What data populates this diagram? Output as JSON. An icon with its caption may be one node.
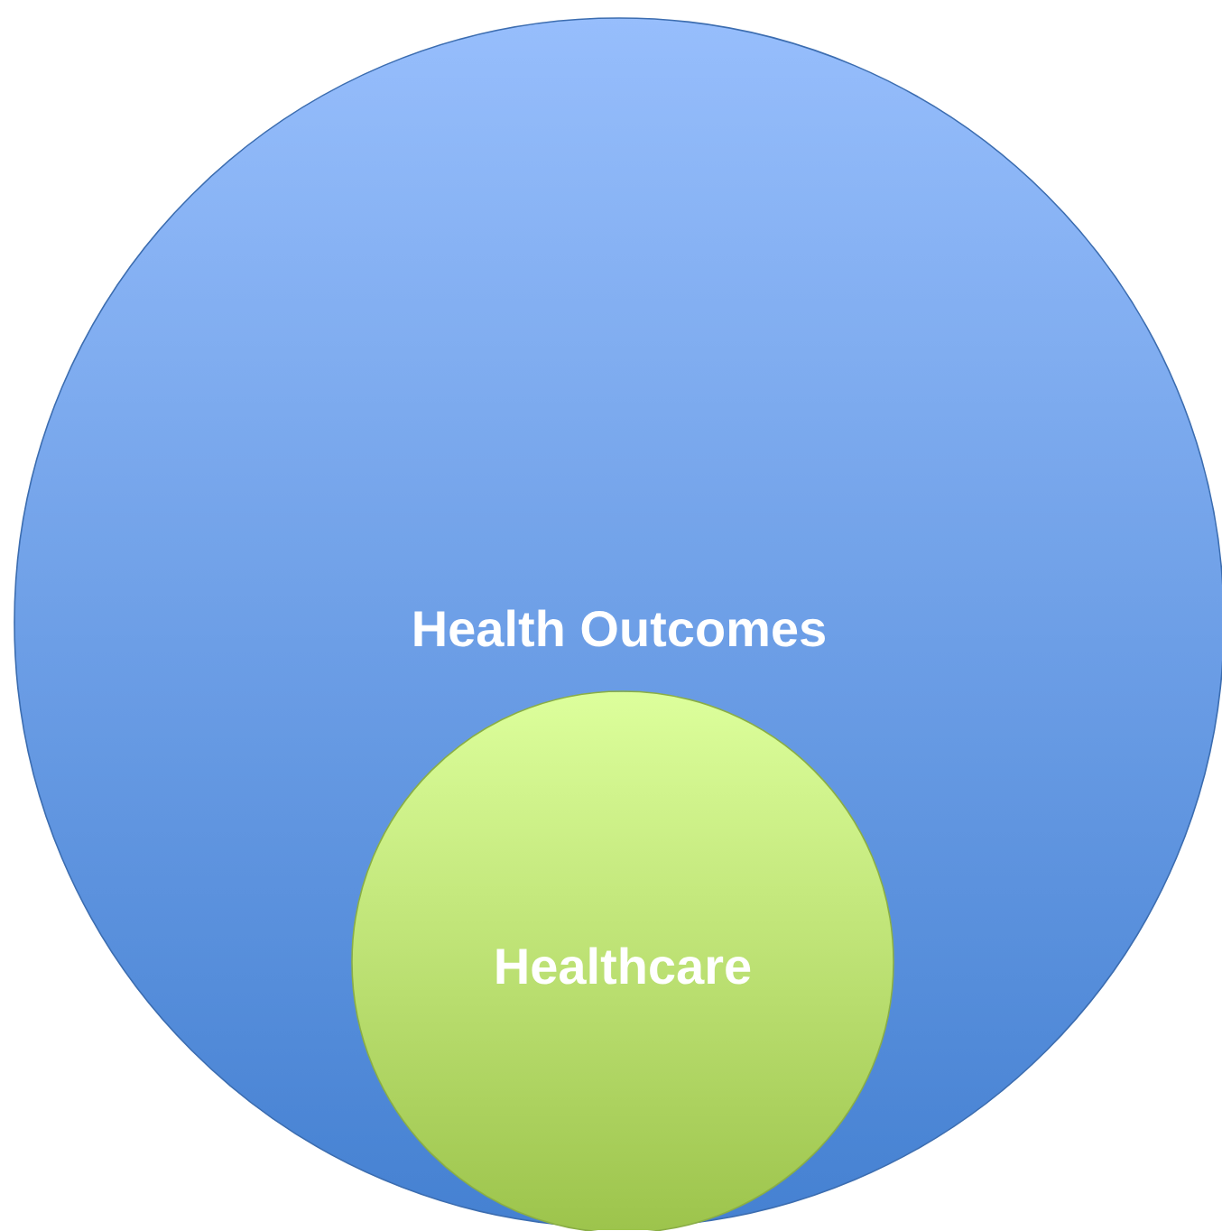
{
  "diagram": {
    "nodes": [
      {
        "text": [
          "Health Outcomes"
        ]
      },
      {
        "text": [
          "Healthcare"
        ],
        "in": 0
      }
    ]
  }
}
